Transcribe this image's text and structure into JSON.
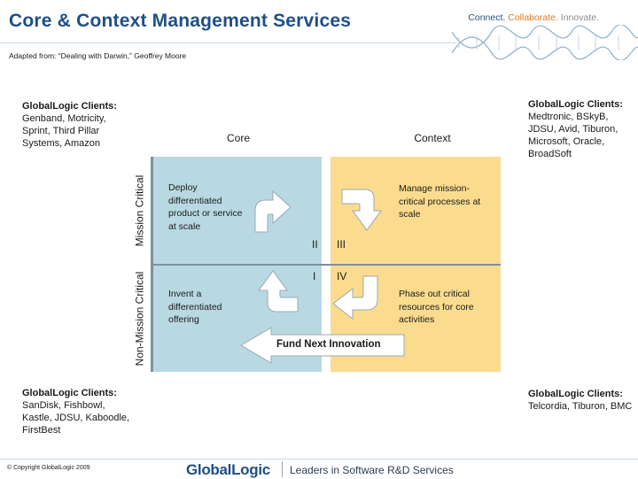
{
  "header": {
    "title": "Core & Context Management Services",
    "tagline": [
      "Connect.",
      "Collaborate.",
      "Innovate."
    ],
    "source": "Adapted from: “Dealing with Darwin,” Geoffrey Moore"
  },
  "clients": {
    "top_left": {
      "head": "GlobalLogic Clients:",
      "body": "Genband, Motricity, Sprint, Third Pillar Systems, Amazon"
    },
    "top_right": {
      "head": "GlobalLogic Clients:",
      "body": "Medtronic, BSkyB, JDSU, Avid, Tiburon, Microsoft, Oracle, BroadSoft"
    },
    "bottom_left": {
      "head": "GlobalLogic Clients:",
      "body": "SanDisk, Fishbowl, Kastle, JDSU, Kaboodle, FirstBest"
    },
    "bottom_right": {
      "head": "GlobalLogic Clients:",
      "body": "Telcordia, Tiburon, BMC"
    }
  },
  "matrix": {
    "col_core": "Core",
    "col_context": "Context",
    "row_mission_critical": "Mission Critical",
    "row_non_mission_critical": "Non-Mission Critical",
    "q_deploy": "Deploy differentiated product or service at scale",
    "q_manage": "Manage mission-critical processes at scale",
    "q_invent": "Invent a differentiated offering",
    "q_phase": "Phase out critical resources for core activities",
    "roman_i": "I",
    "roman_ii": "II",
    "roman_iii": "III",
    "roman_iv": "IV",
    "fund_next": "Fund Next Innovation"
  },
  "footer": {
    "copyright": "© Copyright GlobalLogic 2009",
    "brand_a": "Global",
    "brand_b": "Logic",
    "brand_tag": "Leaders in Software R&D Services"
  },
  "colors": {
    "core_fill": "#b9d9e2",
    "context_fill": "#fbdc8e",
    "title_blue": "#1f4f86",
    "accent_orange": "#e07a1f"
  }
}
